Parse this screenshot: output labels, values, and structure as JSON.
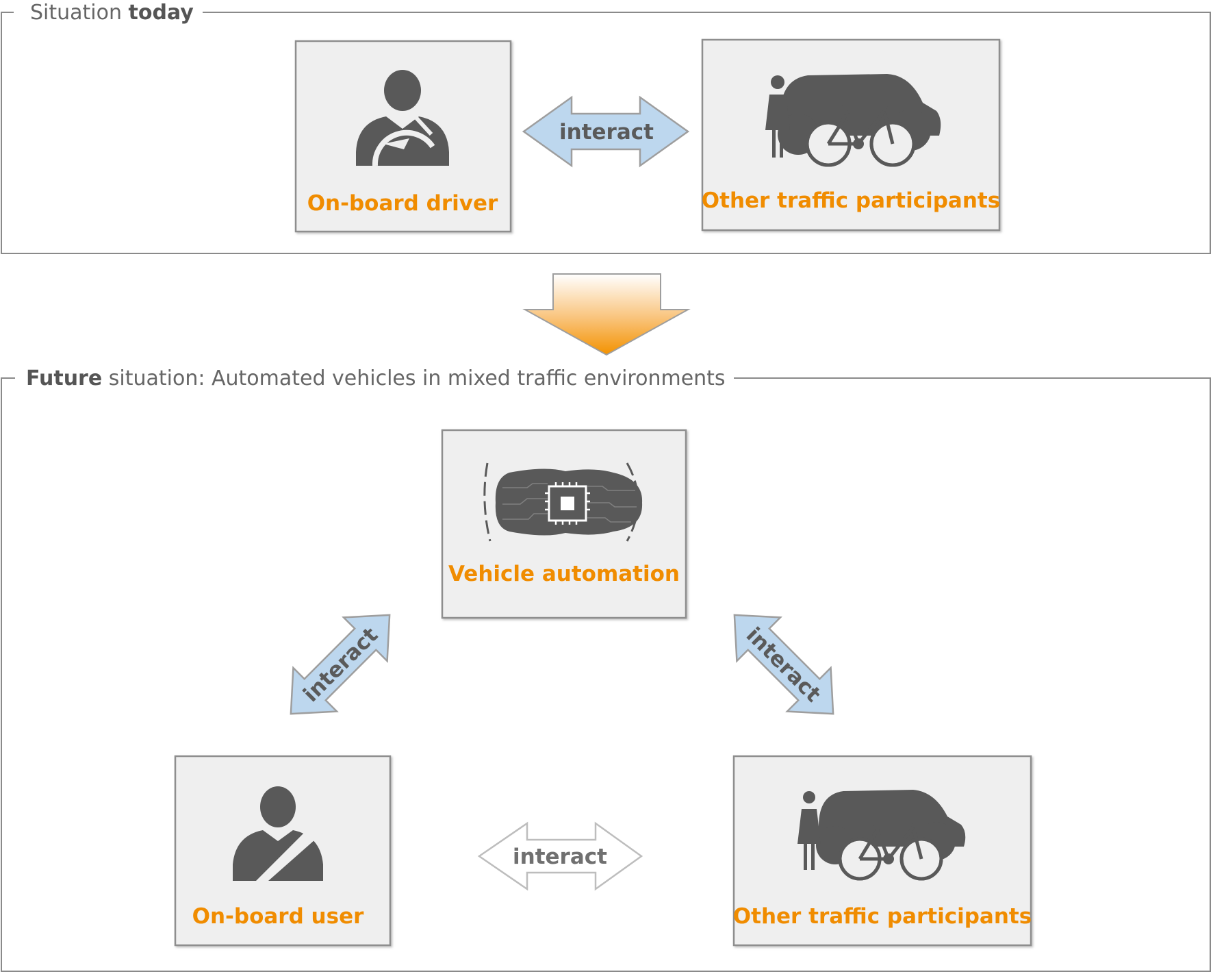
{
  "section_today": {
    "title_regular": "Situation ",
    "title_bold": "today"
  },
  "section_future": {
    "title_bold": "Future",
    "title_regular": " situation: Automated vehicles in mixed traffic environments"
  },
  "nodes": {
    "onboard_driver": "On-board driver",
    "other_participants_today": "Other traffic participants",
    "vehicle_automation": "Vehicle automation",
    "onboard_user": "On-board user",
    "other_participants_future": "Other traffic participants"
  },
  "arrows": {
    "today_interact": "interact",
    "user_automation_interact": "interact",
    "automation_participants_interact": "interact",
    "user_participants_interact": "interact"
  },
  "colors": {
    "label_orange": "#F08C00",
    "icon_gray": "#595959",
    "box_fill": "#EFEFEF",
    "arrow_blue": "#BDD7EE",
    "transition_arrow_top": "#FFFFFF",
    "transition_arrow_bottom": "#F39200"
  },
  "icons": {
    "driver": "driver-with-steering-wheel-icon",
    "traffic": "pedestrian-bicycle-car-icon",
    "automation": "automated-car-chip-icon",
    "user": "seatbelted-passenger-icon",
    "transition": "down-arrow-icon"
  }
}
